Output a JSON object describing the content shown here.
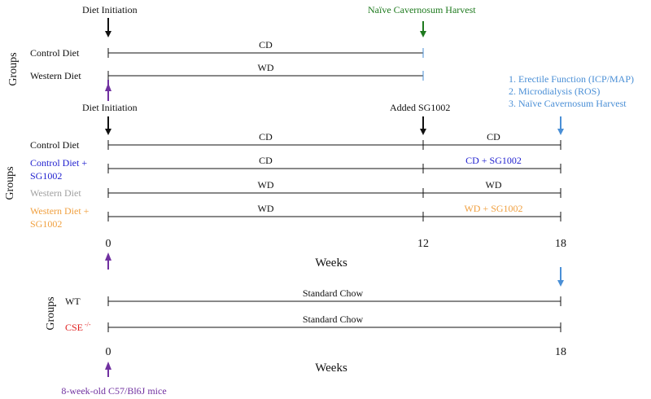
{
  "colors": {
    "black": "#111111",
    "green": "#1e7a1e",
    "blue_light": "#4a8fd6",
    "blue": "#1f1fcf",
    "gray": "#a0a0a0",
    "orange": "#f0a040",
    "purple": "#7030a0",
    "red": "#e02020"
  },
  "panel1": {
    "groups_label": "Groups",
    "diet_initiation": "Diet Initiation",
    "harvest": "Naïve Cavernosum Harvest",
    "rows": [
      {
        "label": "Control Diet",
        "bar": "CD"
      },
      {
        "label": "Western Diet",
        "bar": "WD"
      }
    ]
  },
  "panel2": {
    "groups_label": "Groups",
    "diet_initiation": "Diet Initiation",
    "added": "Added SG1002",
    "endpoints": [
      "1. Erectile Function (ICP/MAP)",
      "2. Microdialysis (ROS)",
      "3. Naïve Cavernosum Harvest"
    ],
    "rows": [
      {
        "label_lines": [
          "Control Diet"
        ],
        "color": "black",
        "seg1": "CD",
        "seg2": "CD",
        "seg2_color": "black"
      },
      {
        "label_lines": [
          "Control Diet +",
          "SG1002"
        ],
        "color": "blue",
        "seg1": "CD",
        "seg2": "CD + SG1002",
        "seg2_color": "blue"
      },
      {
        "label_lines": [
          "Western Diet"
        ],
        "color": "gray",
        "seg1": "WD",
        "seg2": "WD",
        "seg2_color": "black"
      },
      {
        "label_lines": [
          "Western Diet +",
          "SG1002"
        ],
        "color": "orange",
        "seg1": "WD",
        "seg2": "WD + SG1002",
        "seg2_color": "orange"
      }
    ],
    "ticks": [
      "0",
      "12",
      "18"
    ],
    "axis_label": "Weeks"
  },
  "panel3": {
    "groups_label": "Groups",
    "rows": [
      {
        "label": "WT",
        "sup": "",
        "color": "black",
        "bar": "Standard Chow"
      },
      {
        "label": "CSE",
        "sup": "-/-",
        "color": "red",
        "bar": "Standard Chow"
      }
    ],
    "ticks": [
      "0",
      "18"
    ],
    "axis_label": "Weeks",
    "mice": "8-week-old C57/Bl6J mice"
  }
}
